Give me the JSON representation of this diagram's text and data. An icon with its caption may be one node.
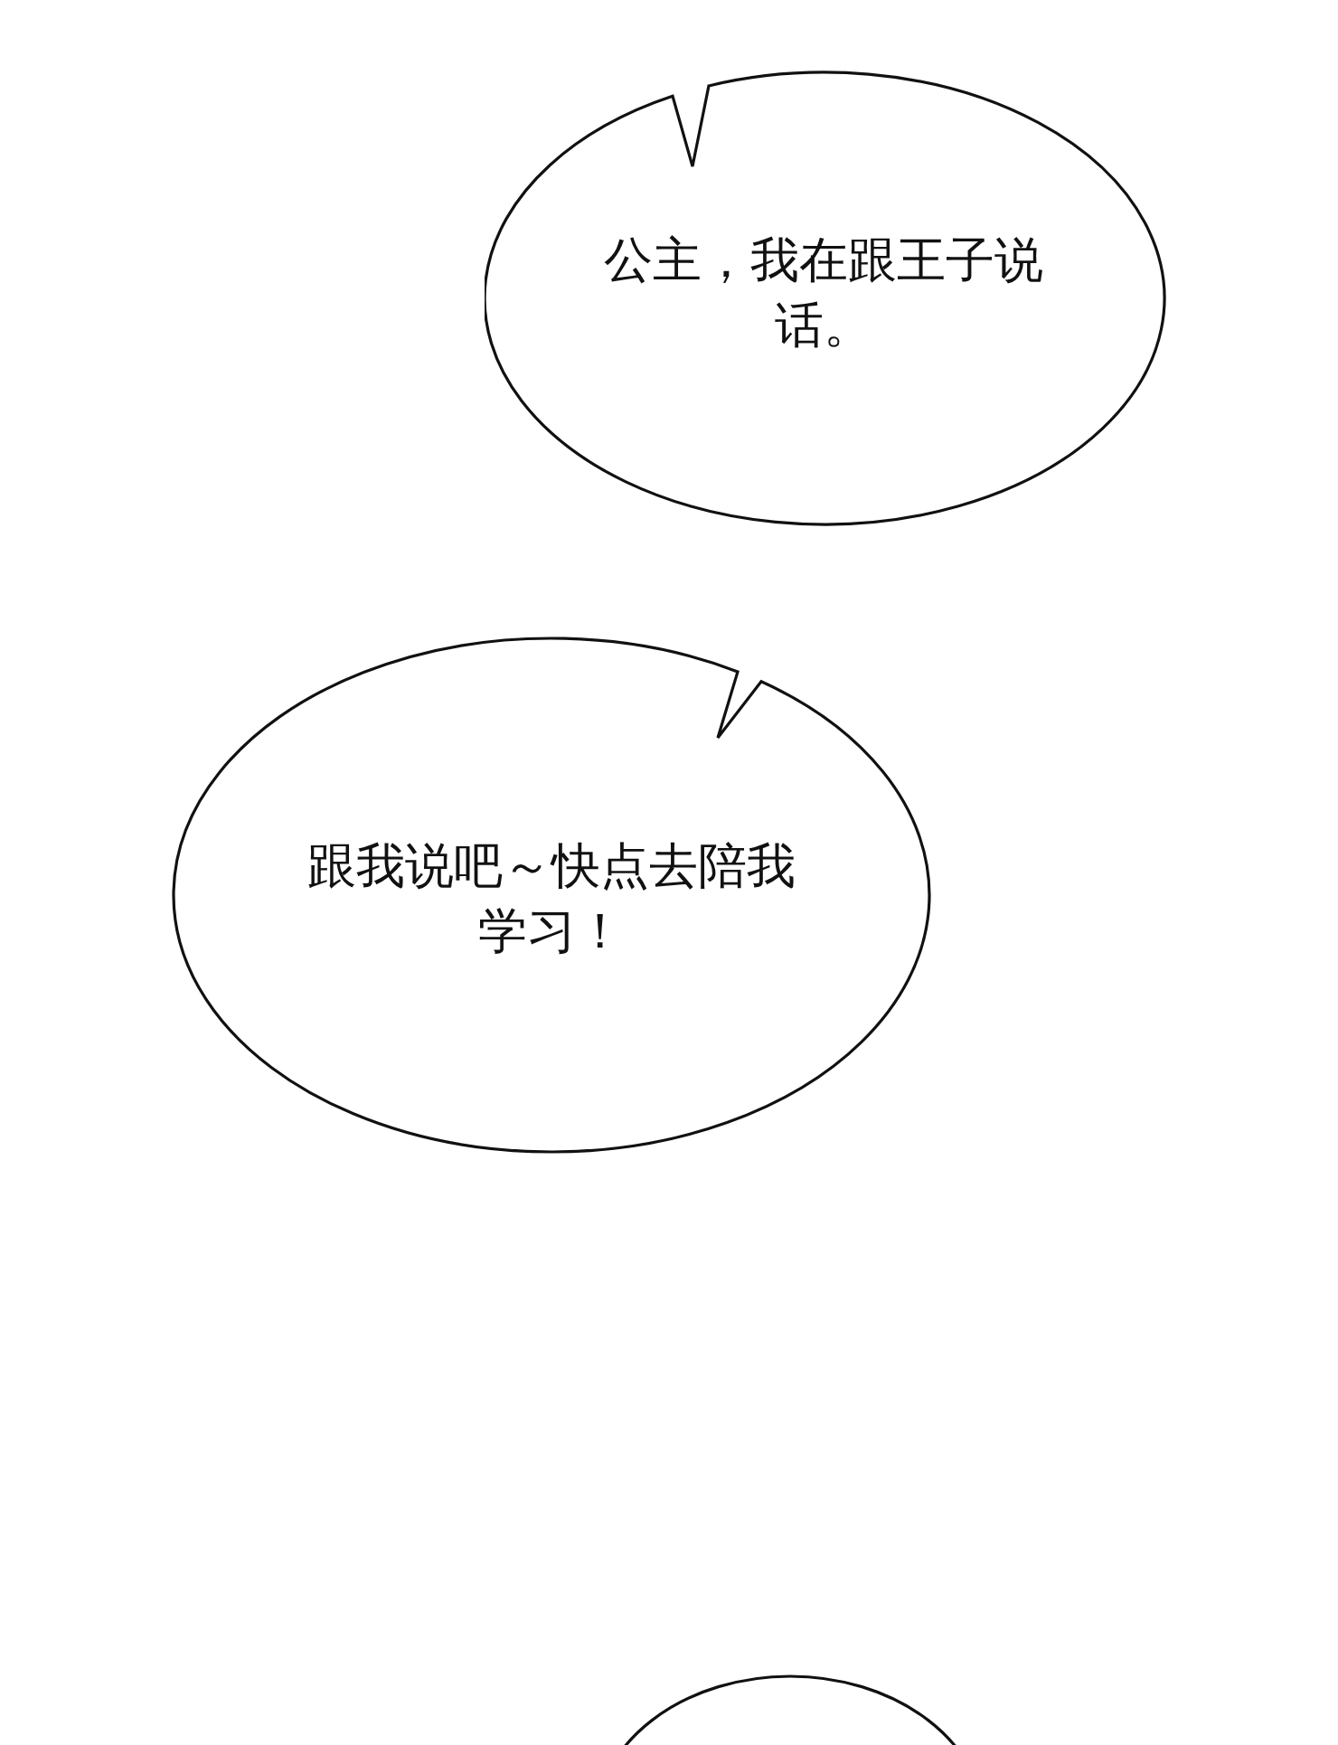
{
  "diagram": {
    "nodes": [
      {
        "text": [
          "公主，我在跟王子说话。"
        ]
      },
      {
        "text": [
          "跟我说吧～快点去陪我学习！"
        ]
      },
      {
        "text": [],
        "shape": "ellipse"
      }
    ]
  }
}
